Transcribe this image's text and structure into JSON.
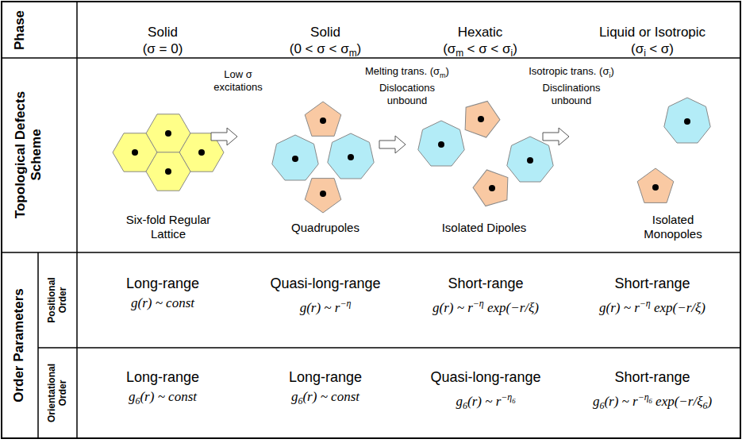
{
  "diagram": {
    "labels": [
      "Phase",
      "Topological Defects Scheme",
      "Order Parameters",
      "Positional Order",
      "Orientational Order",
      "Solid",
      "(σ = 0)",
      "Solid",
      "(0 < σ < σ",
      "m",
      ")",
      "Hexatic",
      "(σ",
      "m",
      "< σ < σ",
      "i",
      ")",
      "Liquid or Isotropic",
      "(σ",
      "i",
      "< σ)",
      "Low σ excitations",
      "Melting trans. (σ",
      "m",
      ")",
      "Dislocations unbound",
      "Isotropic trans. (σ",
      "i",
      ")",
      "Disclinations unbound",
      "Six-fold Regular Lattice",
      "Quadrupoles",
      "Isolated Dipoles",
      "Isolated Monopoles",
      "Long-range",
      "g(r) ~ const",
      "Quasi-long-range",
      "g(r) ~ r",
      "−η",
      "Short-range",
      "g(r) ~ r",
      "−η",
      "exp(−r/ξ)",
      "Short-range",
      "g(r) ~ r",
      "−η",
      "exp(−r/ξ)",
      "Long-range",
      "g",
      "6",
      "(r) ~ const",
      "Long-range",
      "g",
      "6",
      "(r) ~ const",
      "Quasi-long-range",
      "g",
      "6",
      "(r) ~ r",
      "−η",
      "6",
      "Short-range",
      "g",
      "6",
      "(r) ~ r",
      "−η",
      "6",
      "exp(−r/ξ",
      "6",
      ")"
    ]
  }
}
